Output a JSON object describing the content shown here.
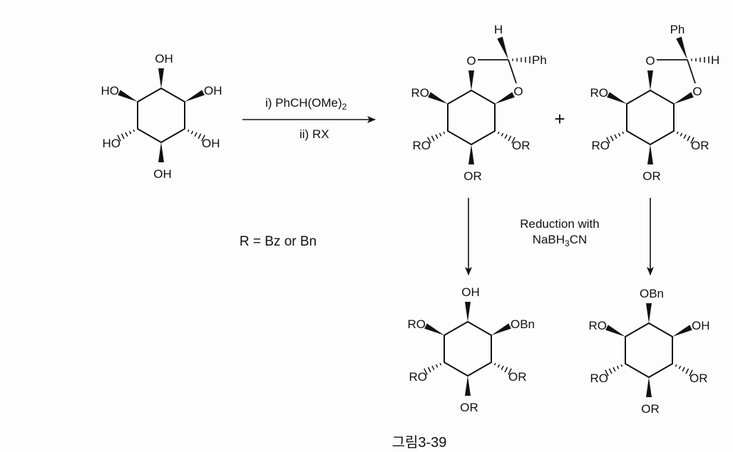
{
  "reagents": {
    "step1_prefix": "i) PhCH(OMe)",
    "step1_sub": "2",
    "step2": "ii) RX"
  },
  "plus_sign": "+",
  "r_definition": "R = Bz or Bn",
  "reduction": {
    "line1": "Reduction with",
    "line2_a": "NaBH",
    "line2_sub": "3",
    "line2_b": "CN"
  },
  "caption": "그림3-39",
  "molecules": [
    {
      "name": "starting-inositol",
      "top": "OH",
      "ul": "HO",
      "ur": "OH",
      "ll": "HO",
      "lr": "OH",
      "bottom": "OH"
    },
    {
      "name": "acetal-product-a",
      "top": "O",
      "ul": "RO",
      "ur": "O",
      "ll": "RO",
      "lr": "OR",
      "bottom": "OR",
      "acetal_up": "H",
      "acetal_side": "Ph"
    },
    {
      "name": "acetal-product-b",
      "top": "O",
      "ul": "RO",
      "ur": "O",
      "ll": "RO",
      "lr": "OR",
      "bottom": "OR",
      "acetal_up": "Ph",
      "acetal_side": "H"
    },
    {
      "name": "reduced-product-a",
      "top": "OH",
      "ul": "RO",
      "ur": "OBn",
      "ll": "RO",
      "lr": "OR",
      "bottom": "OR"
    },
    {
      "name": "reduced-product-b",
      "top": "OBn",
      "ul": "RO",
      "ur": "OH",
      "ll": "RO",
      "lr": "OR",
      "bottom": "OR"
    }
  ]
}
